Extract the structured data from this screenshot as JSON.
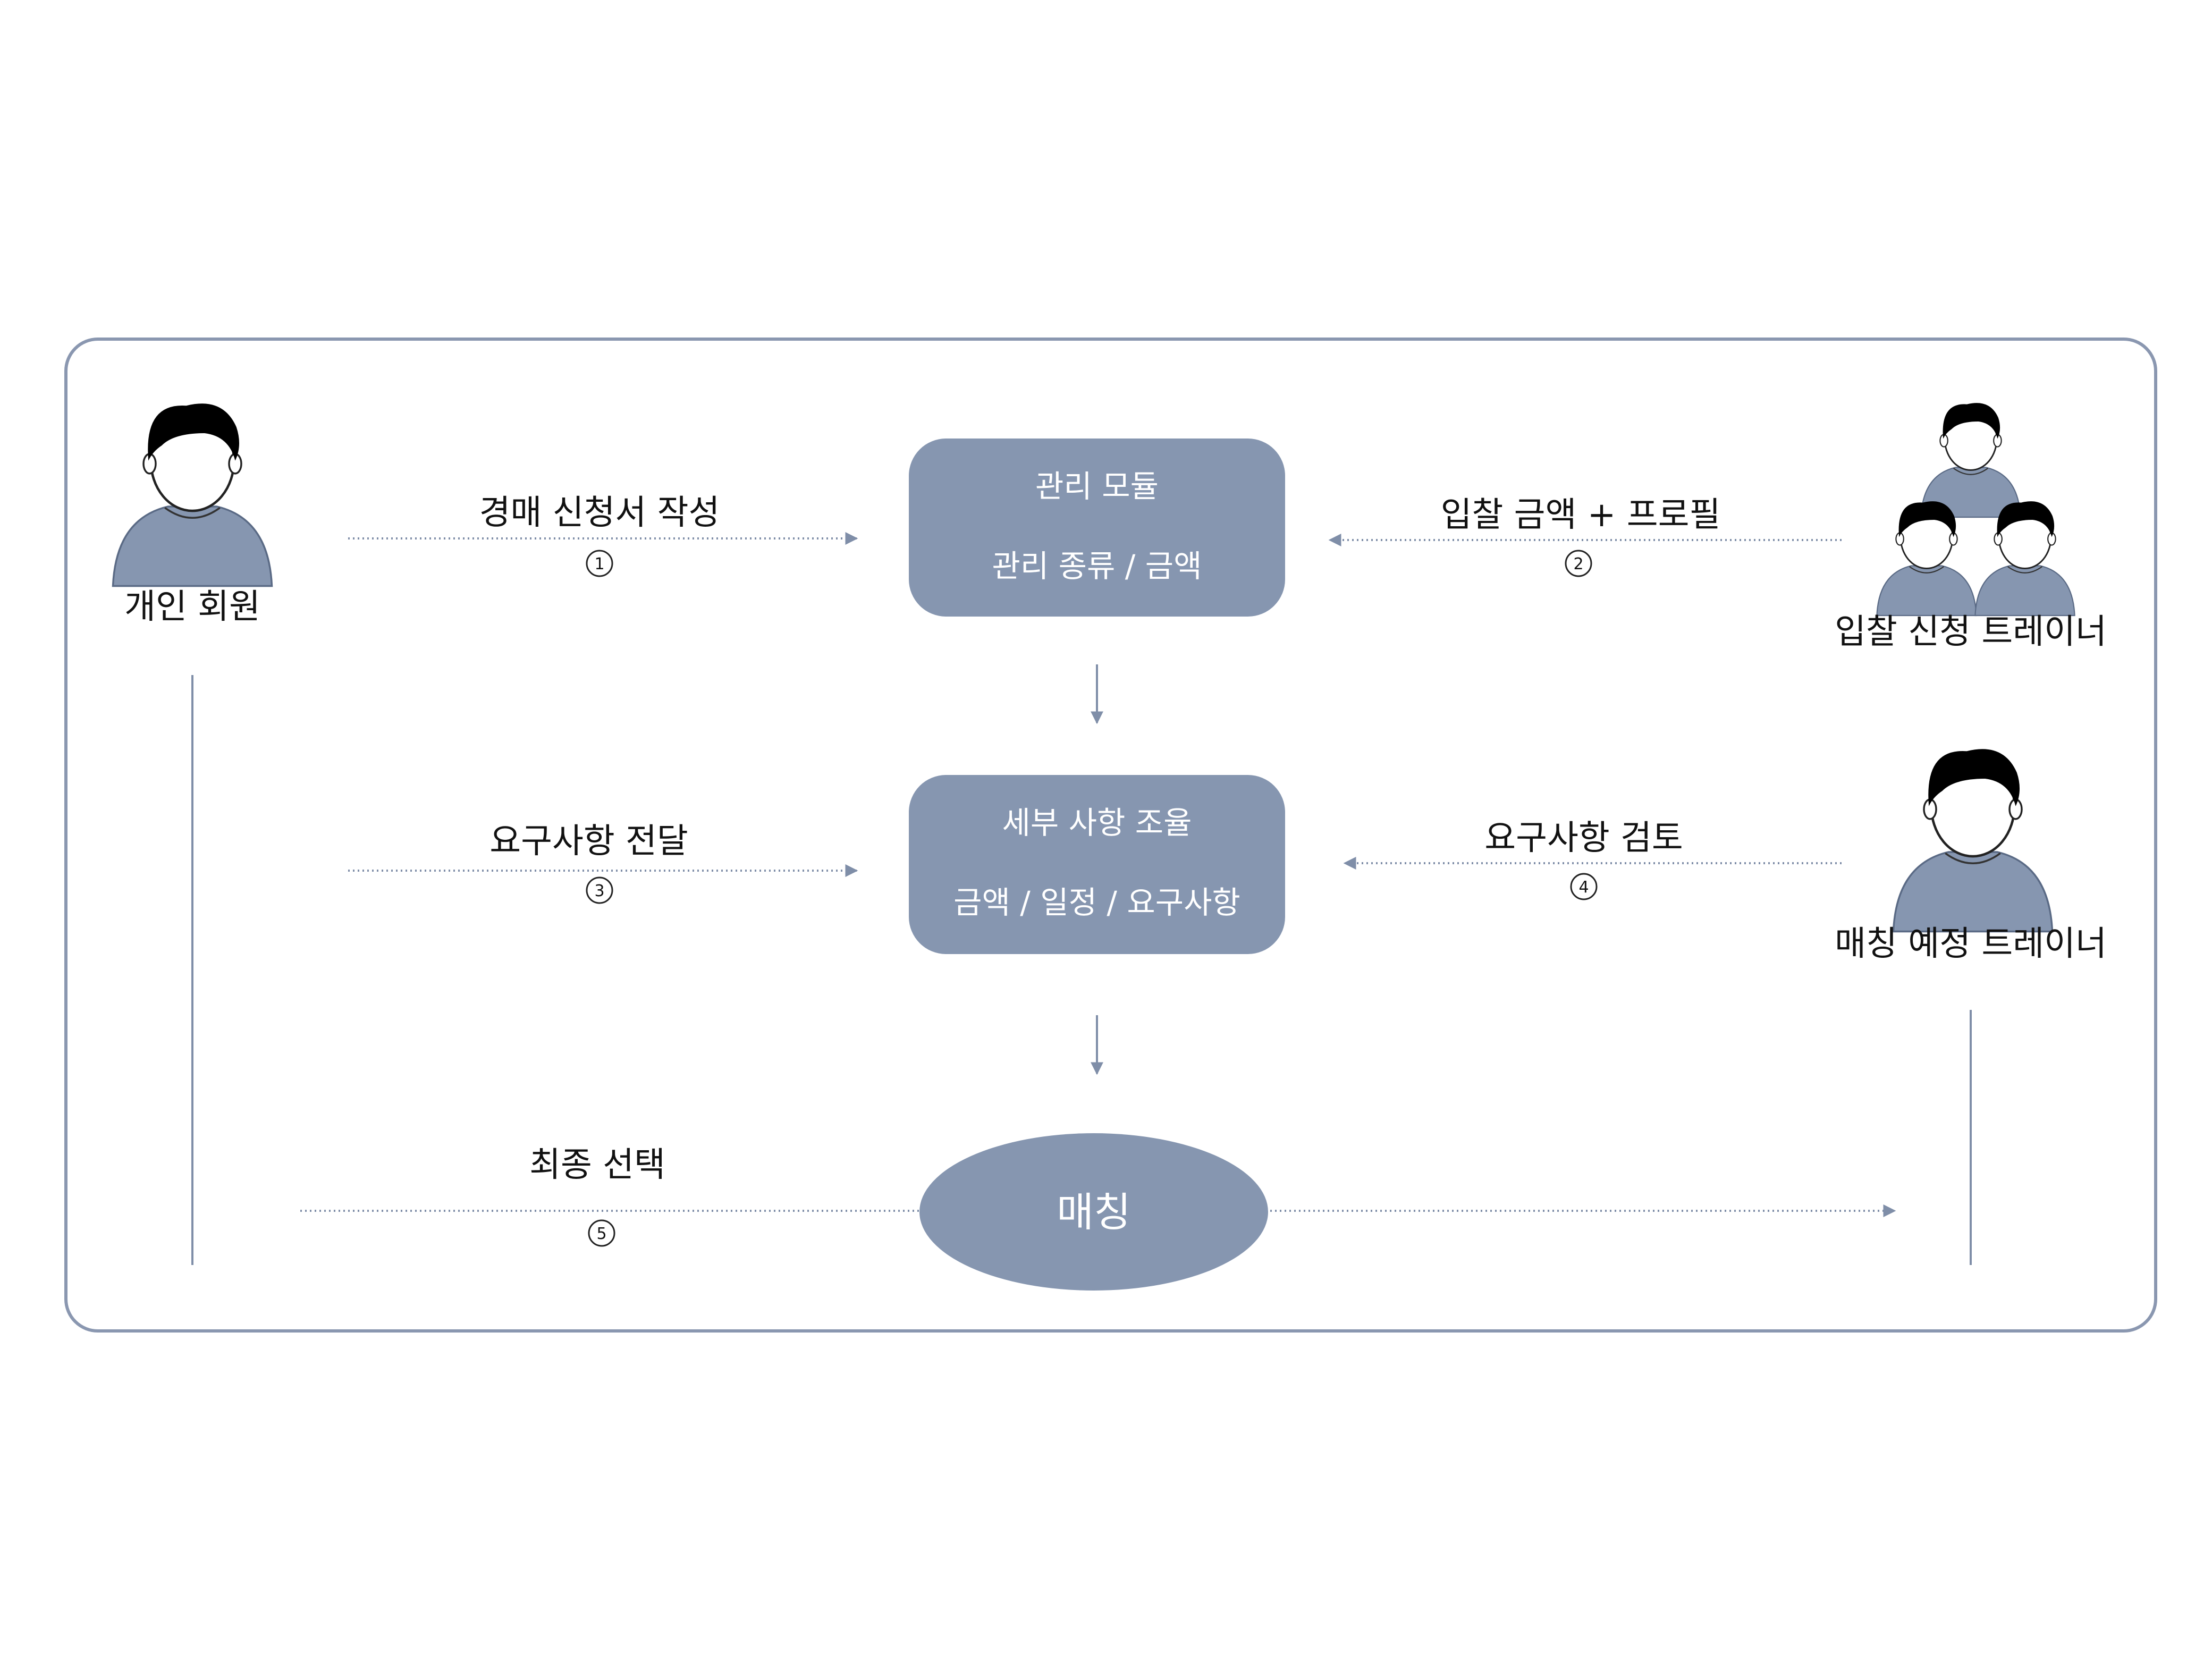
{
  "colors": {
    "box_fill": "#8696b0",
    "frame_stroke": "#8a97b0",
    "line": "#7f8ea8",
    "text": "#111111",
    "person_shirt": "#8696b0",
    "person_hair": "#000000"
  },
  "actors": {
    "member": "개인 회원",
    "bidders": "입찰 신청 트레이너",
    "scheduled": "매칭 예정 트레이너"
  },
  "boxes": {
    "management": {
      "line1": "관리 모듈",
      "line2": "관리 종류 / 금액"
    },
    "details": {
      "line1": "세부 사항 조율",
      "line2": "금액 / 일정 / 요구사항"
    },
    "match": "매칭"
  },
  "steps": [
    {
      "label": "경매 신청서 작성",
      "num": "1"
    },
    {
      "label": "입찰 금액 + 프로필",
      "num": "2"
    },
    {
      "label": "요구사항 전달",
      "num": "3"
    },
    {
      "label": "요구사항 검토",
      "num": "4"
    },
    {
      "label": "최종 선택",
      "num": "5"
    }
  ]
}
